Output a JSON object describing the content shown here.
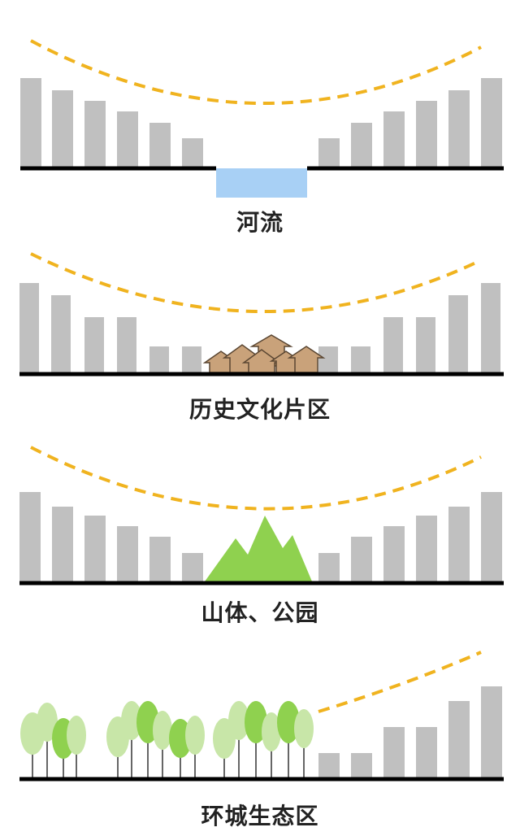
{
  "colors": {
    "building": "#c0c0c0",
    "ground": "#000000",
    "skyline_curve": "#f0b31f",
    "water": "#a8d0f5",
    "house_fill": "#c9a27a",
    "house_stroke": "#5a4632",
    "mountain": "#8fd14f",
    "tree_light": "#c8e6a8",
    "tree_dark": "#8fd14f",
    "trunk": "#333333"
  },
  "panels": [
    {
      "id": "river",
      "label": "河流",
      "feature": "water-icon"
    },
    {
      "id": "historic-district",
      "label": "历史文化片区",
      "feature": "houses-icon"
    },
    {
      "id": "mountain-park",
      "label": "山体、公园",
      "feature": "mountain-icon"
    },
    {
      "id": "ring-ecological-zone",
      "label": "环城生态区",
      "feature": "trees-icon"
    }
  ]
}
